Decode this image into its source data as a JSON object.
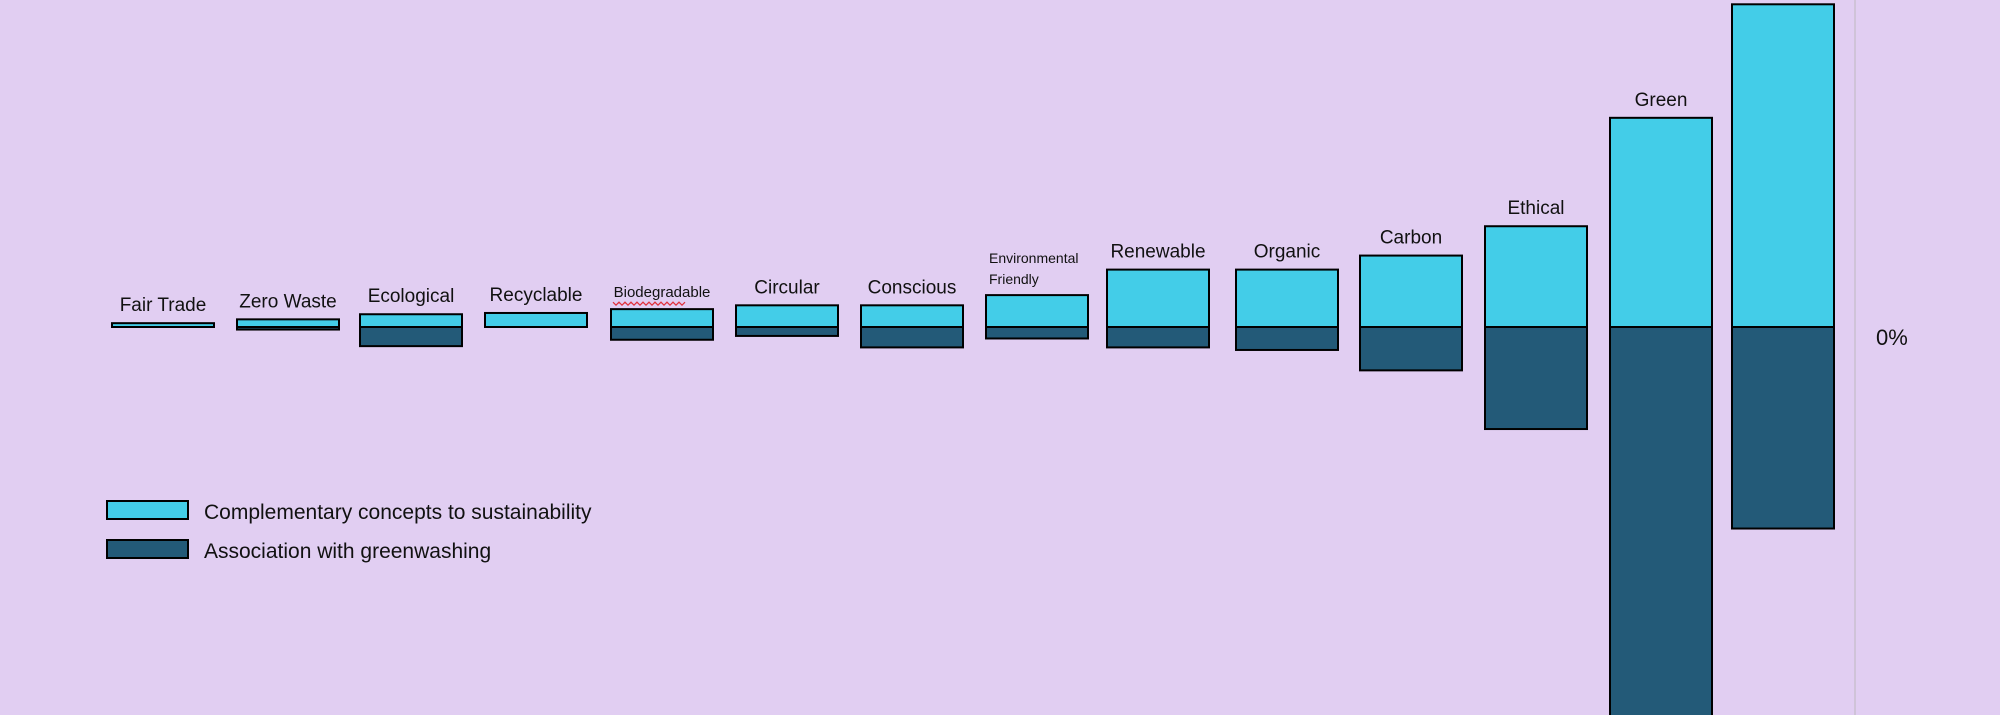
{
  "chart_data": {
    "type": "bar",
    "stacked": "diverging",
    "title": "",
    "xlabel": "",
    "ylabel": "",
    "zero_label": "0%",
    "categories": [
      "Fair Trade",
      "Zero Waste",
      "Ecological",
      "Recyclable",
      "Biodegradable",
      "Circular",
      "Conscious",
      "Environmental Friendly",
      "Renewable",
      "Organic",
      "Carbon",
      "Ethical",
      "Green",
      ""
    ],
    "series": [
      {
        "name": "Complementary concepts to sustainability",
        "color": "#43cde8",
        "direction": "up",
        "values": [
          3,
          6,
          10,
          11,
          14,
          17,
          17,
          25,
          45,
          45,
          56,
          79,
          164,
          253
        ]
      },
      {
        "name": "Association with greenwashing",
        "color": "#235a78",
        "direction": "down",
        "values": [
          0,
          2,
          15,
          0,
          10,
          7,
          16,
          9,
          16,
          18,
          34,
          80,
          305,
          158
        ]
      }
    ],
    "legend_position": "bottom-left",
    "grid": false
  }
}
